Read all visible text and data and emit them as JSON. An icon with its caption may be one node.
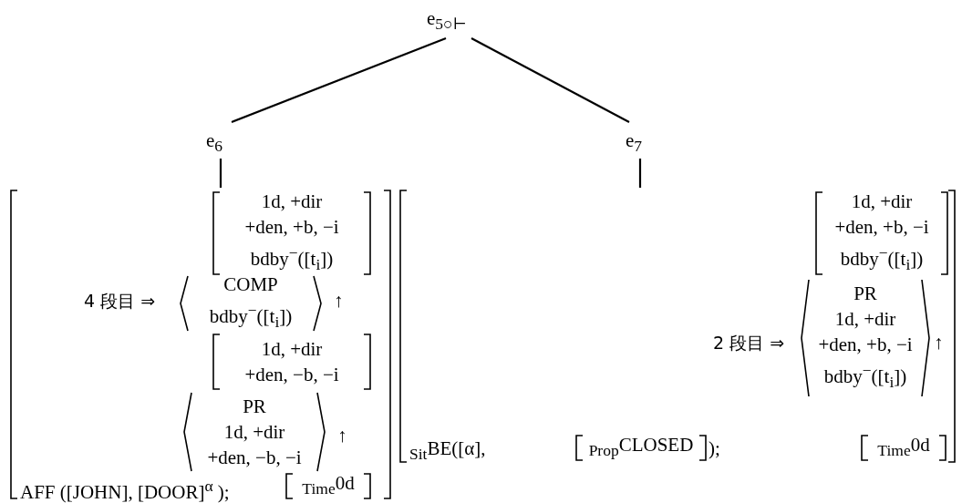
{
  "diagram": {
    "nodes": [
      {
        "text": [
          "e$_{5○⊢}$"
        ]
      },
      {
        "text": [
          "e$_{6}$"
        ]
      },
      {
        "text": [
          "e$_{7}$"
        ]
      },
      {
        "text": [
          "4 段目 ⇒",
          "↑",
          "↑",
          "AFF ([JOHN], [DOOR]$^{α}$ );"
        ]
      },
      {
        "text": [
          "1d, +dir",
          "+den, +b, −i",
          "bdby$^{−}$([t$_{i}$])"
        ],
        "in": 3
      },
      {
        "text": [
          "COMP",
          "bdby$^{−}$([t$_{i}$])"
        ],
        "in": 3
      },
      {
        "text": [
          "1d, +dir",
          "+den, −b, −i"
        ],
        "in": 3
      },
      {
        "text": [
          "PR",
          "1d, +dir",
          "+den, −b, −i"
        ],
        "in": 3
      },
      {
        "text": [
          "$_{Time}$0d"
        ],
        "in": 3
      },
      {
        "text": [
          "2 段目 ⇒",
          "↑",
          "$_{Sit}$BE([α],",
          ");"
        ]
      },
      {
        "text": [
          "1d, +dir",
          "+den, +b, −i",
          "bdby$^{−}$([t$_{i}$])"
        ],
        "in": 9
      },
      {
        "text": [
          "PR",
          "1d, +dir",
          "+den, +b, −i",
          "bdby$^{−}$([t$_{i}$])"
        ],
        "in": 9
      },
      {
        "text": [
          "$_{Prop}$CLOSED"
        ],
        "in": 9
      },
      {
        "text": [
          "$_{Time}$0d"
        ],
        "in": 9
      }
    ],
    "edges": [
      {
        "from": 0,
        "to": 1,
        "arrow": "none"
      },
      {
        "from": 0,
        "to": 2,
        "arrow": "none"
      },
      {
        "from": 1,
        "to": 3,
        "arrow": "none"
      },
      {
        "from": 2,
        "to": 9,
        "arrow": "none"
      }
    ]
  }
}
